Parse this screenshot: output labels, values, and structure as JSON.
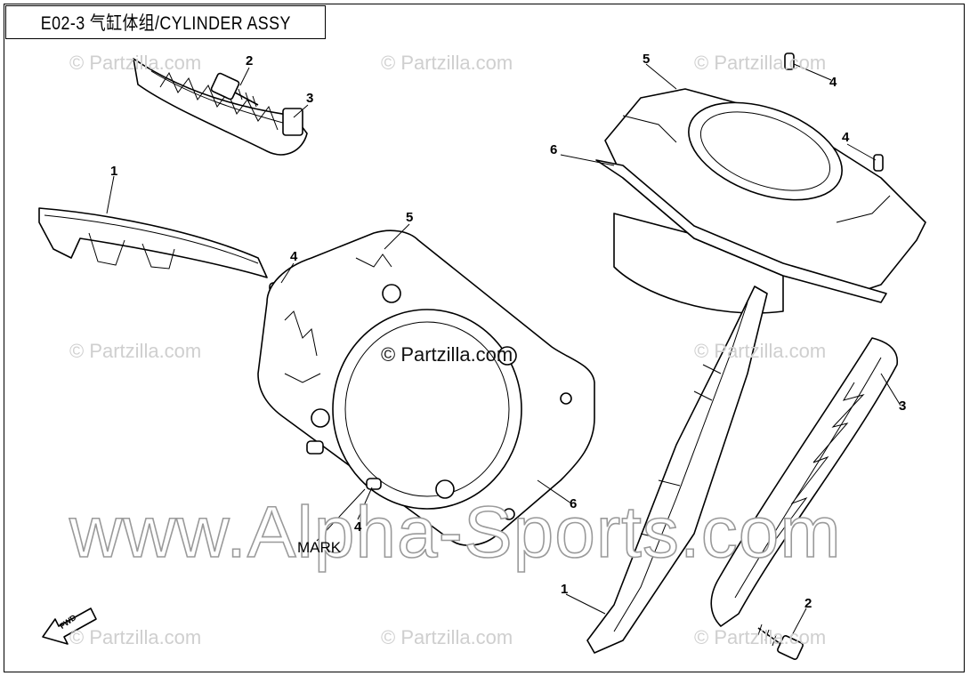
{
  "title": "E02-3 气缸体组/CYLINDER ASSY",
  "watermarks": {
    "small": "© Partzilla.com",
    "center": "© Partzilla.com",
    "big": "www.Alpha-Sports.com"
  },
  "callouts": {
    "c2_top": "2",
    "c3_top": "3",
    "c1_left": "1",
    "c4_left": "4",
    "c5_mid": "5",
    "c4_mark": "4",
    "c6_mid": "6",
    "c5_right": "5",
    "c4_right_top": "4",
    "c4_right_mid": "4",
    "c6_right": "6",
    "c3_right": "3",
    "c1_bottom": "1",
    "c2_bottom": "2"
  },
  "mark_label": "MARK",
  "fwd_label": "FWD",
  "colors": {
    "line": "#000000",
    "watermark": "#cfcfcf",
    "background": "#ffffff"
  }
}
